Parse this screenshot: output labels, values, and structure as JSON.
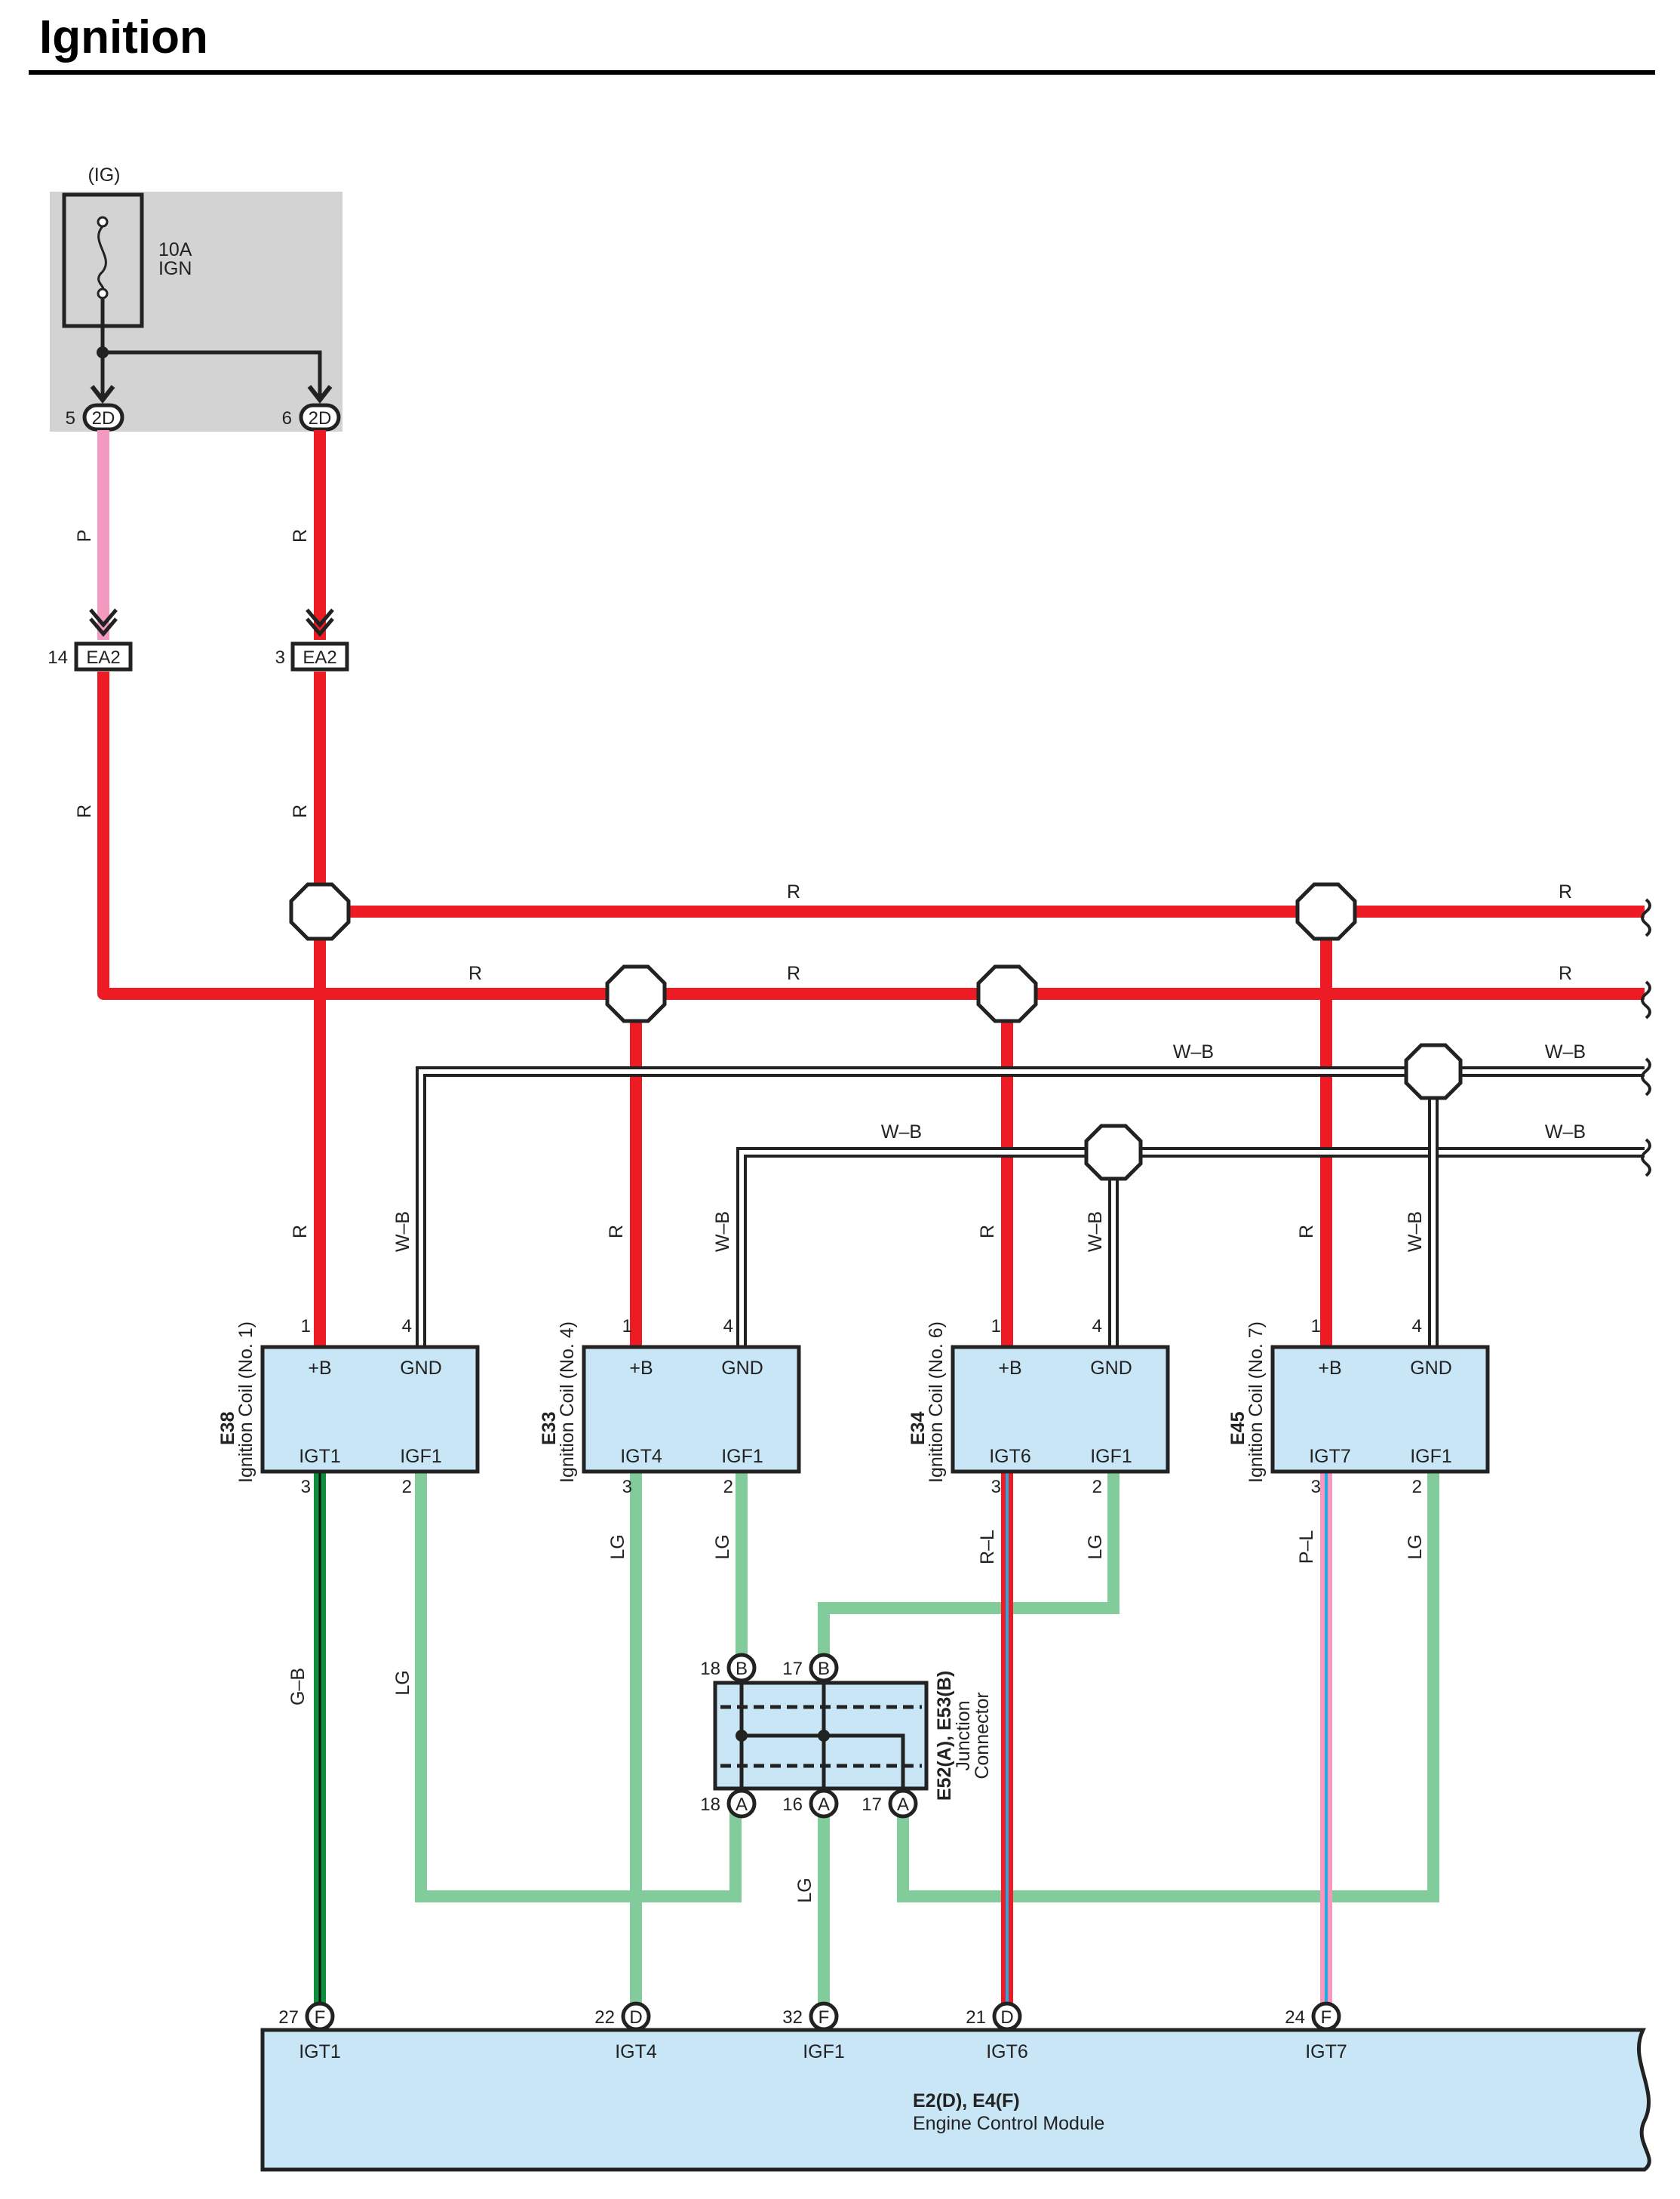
{
  "title": "Ignition",
  "colors": {
    "R": "#ed1c24",
    "P": "#f49ac1",
    "LG": "#82cc9b",
    "W_B": "#ffffff",
    "G_B": "#0d8f3c",
    "component_fill": "#c9e6f6",
    "fuse_box_fill": "#d3d3d3"
  },
  "fuse_box": {
    "label": "(IG)",
    "fuse_rating": "10A",
    "fuse_name": "IGN",
    "connectors": [
      {
        "pin": "5",
        "code": "2D"
      },
      {
        "pin": "6",
        "code": "2D"
      }
    ]
  },
  "ea2": [
    {
      "pin": "14",
      "code": "EA2"
    },
    {
      "pin": "3",
      "code": "EA2"
    }
  ],
  "wire_labels": {
    "p": "P",
    "r": "R",
    "wb": "W–B",
    "lg": "LG",
    "gb": "G–B",
    "rl": "R–L",
    "pl": "P–L"
  },
  "coils": [
    {
      "code": "E38",
      "name": "Ignition Coil (No. 1)",
      "b_pin": "1",
      "gnd_pin": "4",
      "igt_pin": "3",
      "igf_pin": "2",
      "b_label": "+B",
      "gnd_label": "GND",
      "igt_label": "IGT1",
      "igf_label": "IGF1"
    },
    {
      "code": "E33",
      "name": "Ignition Coil (No. 4)",
      "b_pin": "1",
      "gnd_pin": "4",
      "igt_pin": "3",
      "igf_pin": "2",
      "b_label": "+B",
      "gnd_label": "GND",
      "igt_label": "IGT4",
      "igf_label": "IGF1"
    },
    {
      "code": "E34",
      "name": "Ignition Coil (No. 6)",
      "b_pin": "1",
      "gnd_pin": "4",
      "igt_pin": "3",
      "igf_pin": "2",
      "b_label": "+B",
      "gnd_label": "GND",
      "igt_label": "IGT6",
      "igf_label": "IGF1"
    },
    {
      "code": "E45",
      "name": "Ignition Coil (No. 7)",
      "b_pin": "1",
      "gnd_pin": "4",
      "igt_pin": "3",
      "igf_pin": "2",
      "b_label": "+B",
      "gnd_label": "GND",
      "igt_label": "IGT7",
      "igf_label": "IGF1"
    }
  ],
  "junction": {
    "code": "E52(A), E53(B)",
    "name_line1": "Junction",
    "name_line2": "Connector",
    "top_pins": [
      {
        "pin": "18",
        "letter": "B"
      },
      {
        "pin": "17",
        "letter": "B"
      }
    ],
    "bottom_pins": [
      {
        "pin": "18",
        "letter": "A"
      },
      {
        "pin": "16",
        "letter": "A"
      },
      {
        "pin": "17",
        "letter": "A"
      }
    ]
  },
  "ecm": {
    "code": "E2(D), E4(F)",
    "name": "Engine Control Module",
    "pins": [
      {
        "pin": "27",
        "letter": "F",
        "label": "IGT1"
      },
      {
        "pin": "22",
        "letter": "D",
        "label": "IGT4"
      },
      {
        "pin": "32",
        "letter": "F",
        "label": "IGF1"
      },
      {
        "pin": "21",
        "letter": "D",
        "label": "IGT6"
      },
      {
        "pin": "24",
        "letter": "F",
        "label": "IGT7"
      }
    ]
  }
}
